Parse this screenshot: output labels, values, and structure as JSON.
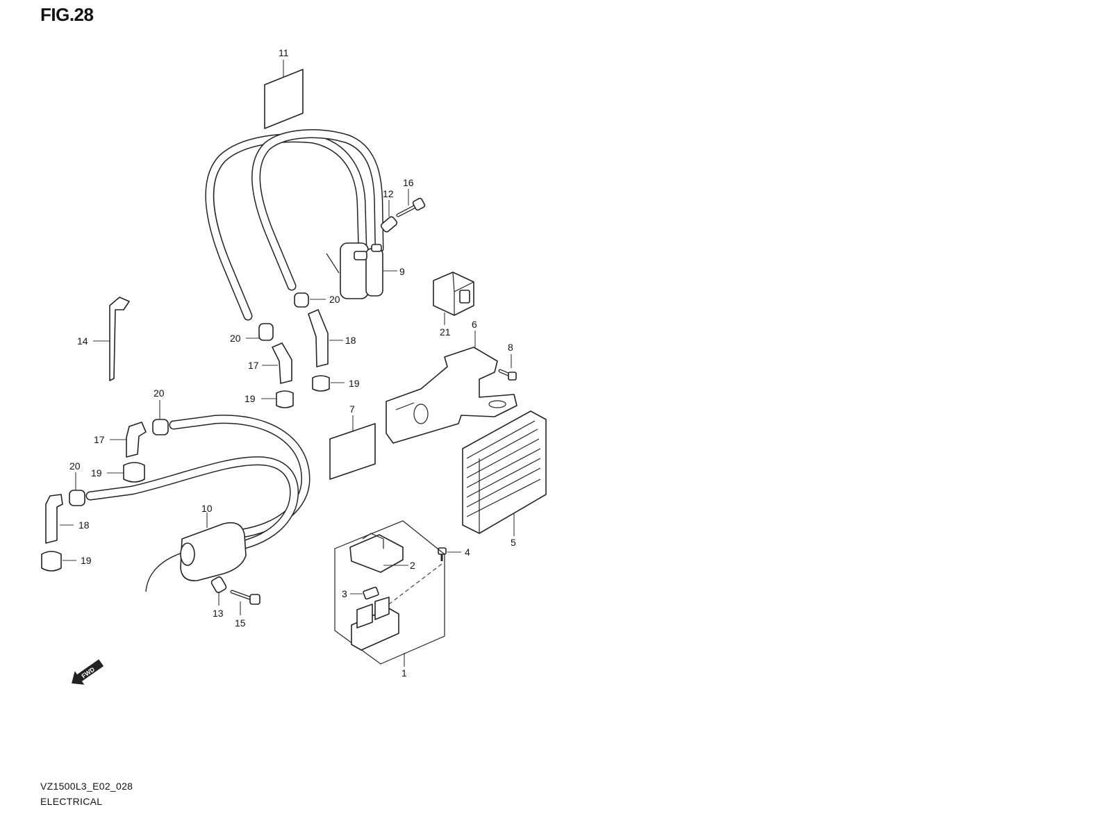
{
  "figure": {
    "title": "FIG.28",
    "code": "VZ1500L3_E02_028",
    "name": "ELECTRICAL"
  },
  "callouts": {
    "c1": "1",
    "c2": "2",
    "c3": "3",
    "c4": "4",
    "c5": "5",
    "c6": "6",
    "c7": "7",
    "c8": "8",
    "c9": "9",
    "c10": "10",
    "c11": "11",
    "c12": "12",
    "c13": "13",
    "c14": "14",
    "c15": "15",
    "c16": "16",
    "c17a": "17",
    "c17b": "17",
    "c18a": "18",
    "c18b": "18",
    "c19a": "19",
    "c19b": "19",
    "c19c": "19",
    "c19d": "19",
    "c20a": "20",
    "c20b": "20",
    "c20c": "20",
    "c20d": "20",
    "c21": "21"
  },
  "direction_badge": "FWD"
}
